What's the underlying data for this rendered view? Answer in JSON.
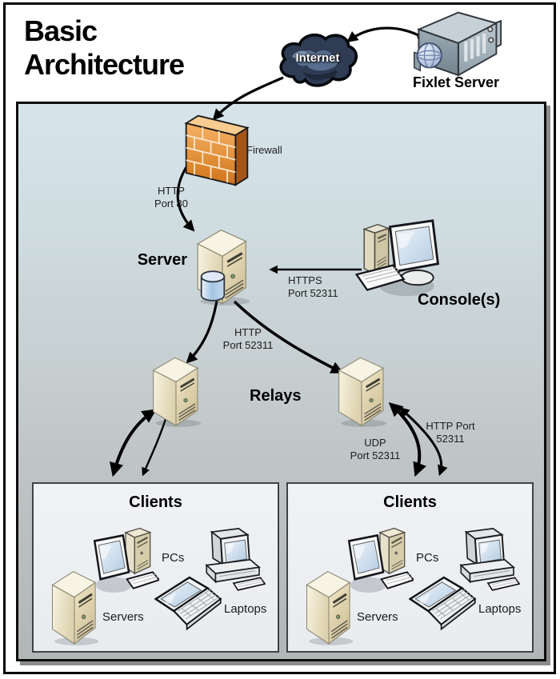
{
  "title": "Basic Architecture",
  "nodes": {
    "internet": "Internet",
    "fixlet_server": "Fixlet Server",
    "firewall": "Firewall",
    "server": "Server",
    "consoles": "Console(s)",
    "relays": "Relays"
  },
  "edges": {
    "http80": {
      "line1": "HTTP",
      "line2": "Port 80"
    },
    "https52311": {
      "line1": "HTTPS",
      "line2": "Port 52311"
    },
    "http52311": {
      "line1": "HTTP",
      "line2": "Port 52311"
    },
    "udp52311": {
      "line1": "UDP",
      "line2": "Port 52311"
    },
    "http52311_right": {
      "line1": "HTTP Port",
      "line2": "52311"
    }
  },
  "client_groups": [
    {
      "title": "Clients",
      "pcs_label": "PCs",
      "servers_label": "Servers",
      "laptops_label": "Laptops"
    },
    {
      "title": "Clients",
      "pcs_label": "PCs",
      "servers_label": "Servers",
      "laptops_label": "Laptops"
    }
  ],
  "colors": {
    "firewall_orange": "#e08a31",
    "cloud_navy": "#2f3c54",
    "tower_beige": "#ece2c4",
    "database_blue": "#a6c6e4",
    "background_top": "#d7e5eb",
    "background_bottom": "#b1b6b6",
    "clients_box_fill": "#eef0f3",
    "arrow_black": "#000000"
  }
}
